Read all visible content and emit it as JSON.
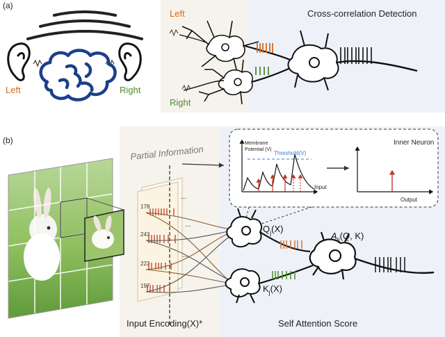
{
  "panel_a": {
    "label": "(a)",
    "ear_left_label": "Left",
    "ear_right_label": "Right",
    "neuron_left_label": "Left",
    "neuron_right_label": "Right",
    "title": "Cross-correlation Detection"
  },
  "panel_b": {
    "label": "(b)",
    "partial_info": "Partial Information",
    "inset": {
      "ylabel_line1": "Membrane",
      "ylabel_line2": "Potential (V)",
      "threshold": "Threshold(V)",
      "xlabel_input": "Input",
      "inner_neuron": "Inner Neuron",
      "xlabel_output": "Output"
    },
    "encoding_values": [
      "178",
      "243",
      "223",
      "197"
    ],
    "ellipsis": "...",
    "q_label": "Q",
    "q_sub": "j",
    "q_arg": "(X)",
    "k_label": "K",
    "k_sub": "j",
    "k_arg": "(X)",
    "a_label": "A",
    "a_sub": "ij",
    "a_arg": "(Q, K)",
    "footer_left": "Input Encoding(X)*",
    "footer_right": "Self Attention Score"
  },
  "colors": {
    "left_orange": "#d2691e",
    "right_green": "#4f8a2f",
    "brain_blue": "#1b3f8b",
    "spike_red": "#c0392b",
    "panel_blue": "#eef2f8",
    "panel_beige": "#f6f3ec",
    "threshold_blue": "#3a7bd5"
  }
}
